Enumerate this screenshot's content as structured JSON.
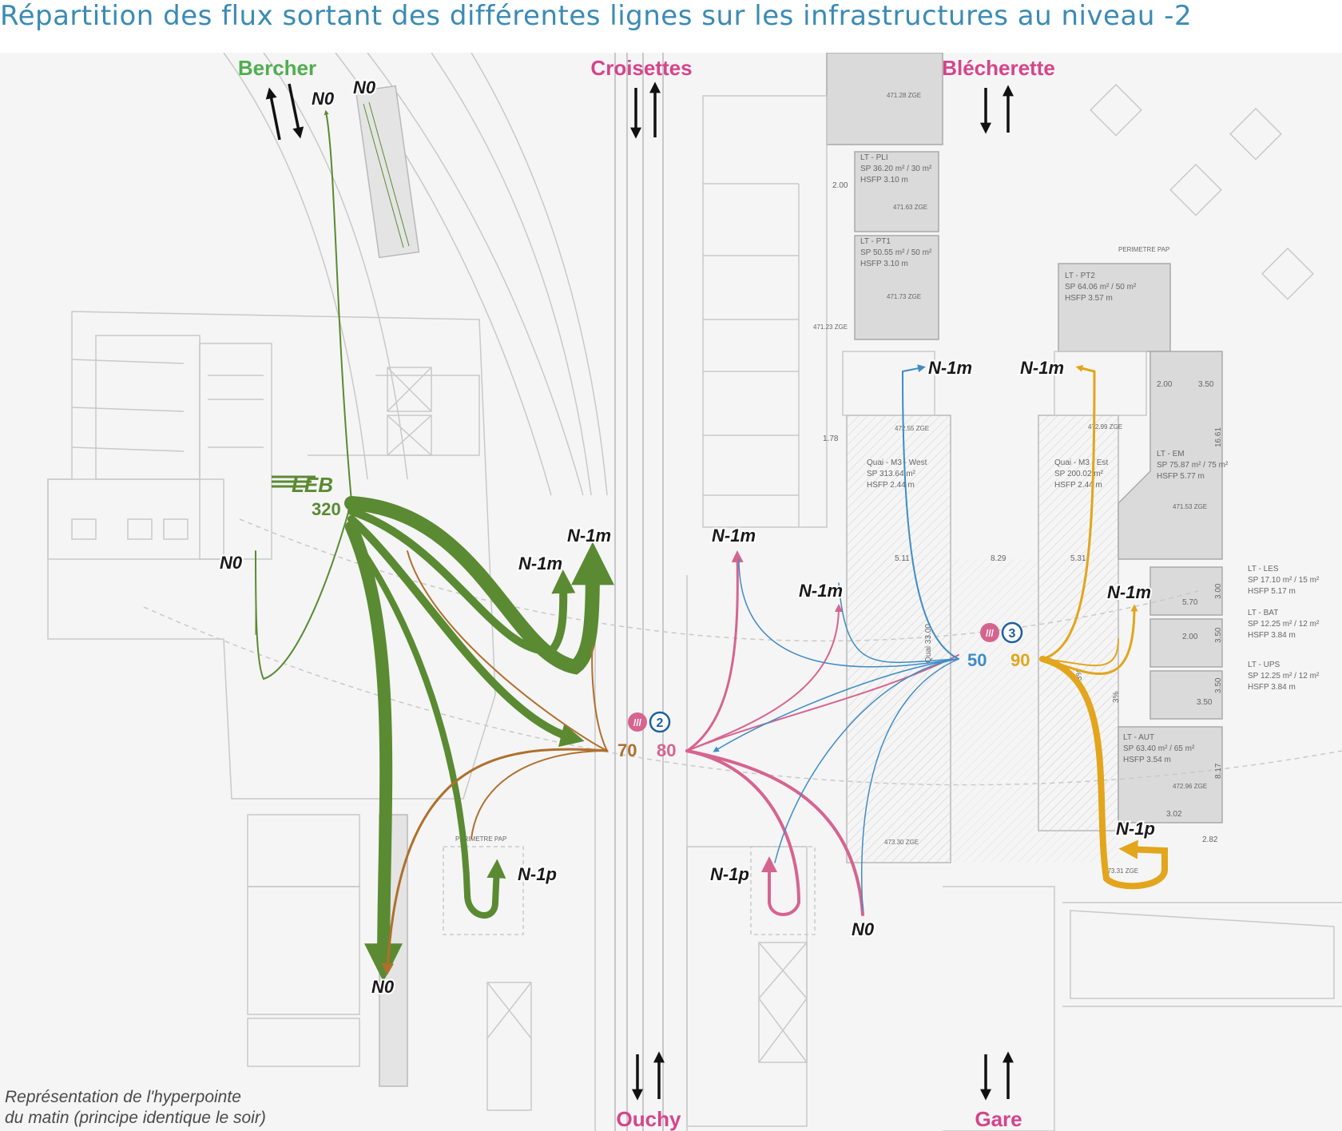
{
  "title": "Répartition des flux sortant des différentes lignes sur les infrastructures au niveau -2",
  "colors": {
    "leb": "#5a8a32",
    "m2_brown": "#b06f2c",
    "m2_pink": "#d6648f",
    "m3_blue": "#3f8cc4",
    "m3_yellow": "#e2a51c",
    "title": "#3a8bb4"
  },
  "directions": {
    "bercher": "Bercher",
    "croisettes": "Croisettes",
    "blecherette": "Blécherette",
    "ouchy": "Ouchy",
    "gare": "Gare"
  },
  "flows": {
    "leb_value": "320",
    "m2_left_value": "70",
    "m2_right_value": "80",
    "m3_left_value": "50",
    "m3_right_value": "90"
  },
  "line_badges": {
    "m2": "2",
    "m3": "3",
    "leb_logo": "LEB"
  },
  "levels": {
    "n0": "N0",
    "n1m": "N-1m",
    "n1p": "N-1p"
  },
  "caption": {
    "line1": "Représentation de l'hyperpointe",
    "line2": "du matin (principe identique le soir)"
  },
  "plan_labels": {
    "lt_pli": [
      "LT - PLI",
      "SP 36.20 m² / 30 m²",
      "HSFP 3.10 m"
    ],
    "lt_pt1": [
      "LT - PT1",
      "SP 50.55 m² / 50 m²",
      "HSFP 3.10 m"
    ],
    "lt_pt2": [
      "LT - PT2",
      "SP 64.06 m² / 50 m²",
      "HSFP 3.57 m"
    ],
    "lt_em": [
      "LT - EM",
      "SP 75.87 m² / 75 m²",
      "HSFP 5.77 m"
    ],
    "lt_les": [
      "LT - LES",
      "SP 17.10 m² / 15 m²",
      "HSFP 5.17 m"
    ],
    "lt_bat": [
      "LT - BAT",
      "SP 12.25 m² / 12 m²",
      "HSFP 3.84 m"
    ],
    "lt_ups": [
      "LT - UPS",
      "SP 12.25 m² / 12 m²",
      "HSFP 3.84 m"
    ],
    "lt_aut": [
      "LT - AUT",
      "SP 63.40 m² / 65 m²",
      "HSFP 3.54 m"
    ],
    "quai_west": [
      "Quai - M3 - West",
      "SP 313.64 m²",
      "HSFP 2.44 m"
    ],
    "quai_est": [
      "Quai - M3 - Est",
      "SP 200.02 m²",
      "HSFP 2.44 m"
    ],
    "perimetre_1": "PERIMETRE PAP",
    "perimetre_2": "PERIMETRE PAP",
    "quai_label": "Quai 33.00",
    "dims": [
      "2.00",
      "1.78",
      "8.29",
      "5.31",
      "5.11",
      "2.00",
      "3.50",
      "16.61",
      "5.70",
      "3.00",
      "2.00",
      "3.50",
      "3.50",
      "3.50",
      "8.17",
      "3.02",
      "2.82",
      "3%",
      "3%"
    ],
    "elevations": [
      "471.28 ZGE",
      "471.63 ZGE",
      "471.73 ZGE",
      "471.23 ZGE",
      "472.55 ZGE",
      "472.99 ZGE",
      "473.30 ZGE",
      "472.96 ZGE",
      "473.31 ZGE",
      "471.53 ZGE"
    ]
  }
}
